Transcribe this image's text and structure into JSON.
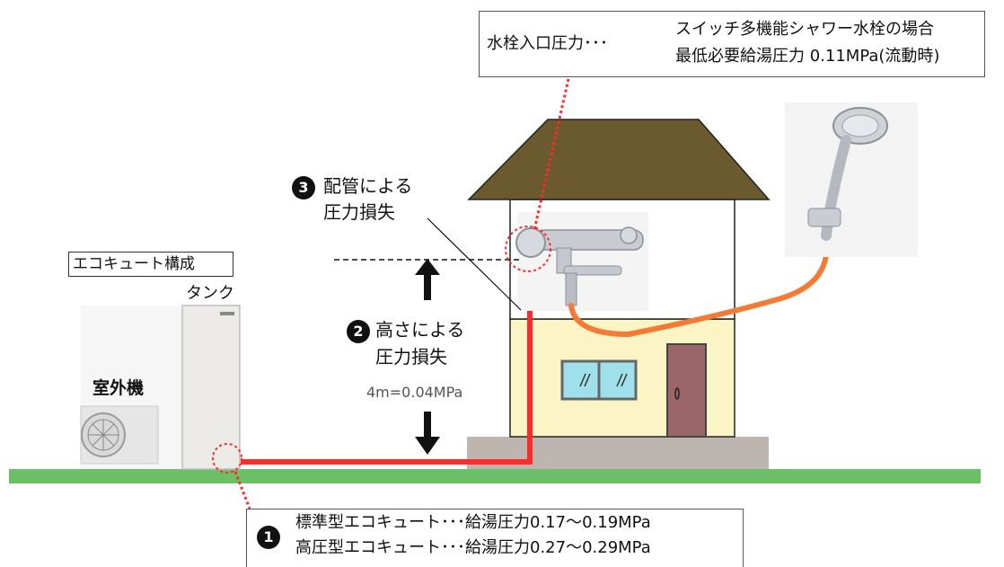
{
  "faucet_callout": {
    "label": "水栓入口圧力･･･",
    "line1": "スイッチ多機能シャワー水栓の場合",
    "line2": "最低必要給湯圧力 0.11MPa(流動時)"
  },
  "ecocute": {
    "box_label": "エコキュート構成",
    "tank_label": "タンク",
    "outdoor_label": "室外機"
  },
  "loss_pipe": {
    "number": "3",
    "line1": "配管による",
    "line2": "圧力損失"
  },
  "loss_height": {
    "number": "2",
    "line1": "高さによる",
    "line2": "圧力損失",
    "value": "4m=0.04MPa"
  },
  "supply_callout": {
    "number": "1",
    "line1": "標準型エコキュート･･･給湯圧力0.17～0.19MPa",
    "line2": "高圧型エコキュート･･･給湯圧力0.27～0.29MPa"
  },
  "colors": {
    "ground": "#6dbf67",
    "roof": "#6b5a2e",
    "first_floor": "#fbf5c5",
    "foundation": "#bdb5b0",
    "door": "#9b6668",
    "window": "#9fe0ea",
    "hot_pipe": "#ff2a2a",
    "shower_hose": "#f47b36"
  }
}
